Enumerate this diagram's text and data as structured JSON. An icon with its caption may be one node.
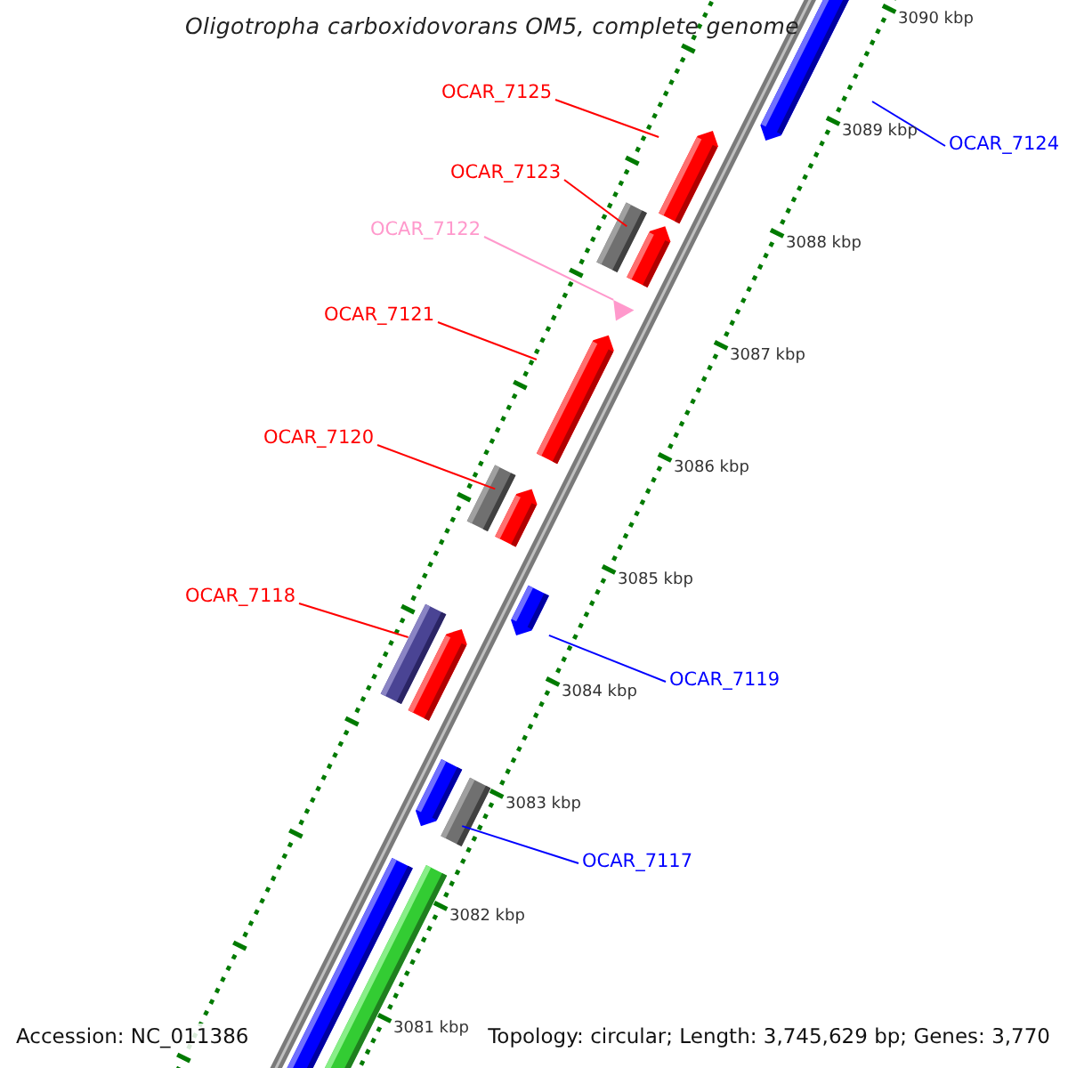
{
  "diagram": {
    "title": "Oligotropha carboxidovorans OM5, complete genome",
    "nodes": [
      {
        "text": [
          "OCAR_7125"
        ]
      },
      {
        "text": [],
        "shape": "arrow"
      },
      {
        "text": [
          "OCAR_7124"
        ]
      },
      {
        "text": [],
        "shape": "arrow"
      },
      {
        "text": [
          "OCAR_7123"
        ]
      },
      {
        "text": [],
        "shape": "arrow"
      },
      {
        "text": [
          "OCAR_7122"
        ]
      },
      {
        "text": [],
        "shape": "triangle"
      },
      {
        "text": [
          "OCAR_7121"
        ]
      },
      {
        "text": [],
        "shape": "arrow"
      },
      {
        "text": [
          "OCAR_7120"
        ]
      },
      {
        "text": [],
        "shape": "arrow"
      },
      {
        "text": [
          "OCAR_7118"
        ]
      },
      {
        "text": [],
        "shape": "arrow"
      },
      {
        "text": [
          "OCAR_7119"
        ]
      },
      {
        "text": [],
        "shape": "arrow"
      },
      {
        "text": [
          "OCAR_7117"
        ]
      },
      {
        "text": [],
        "shape": "arrow"
      }
    ],
    "edges": [
      {
        "from": 0,
        "to": 1,
        "arrow": "none"
      },
      {
        "from": 2,
        "to": 3,
        "arrow": "none",
        "color": "#0000ff"
      },
      {
        "from": 4,
        "to": 5,
        "arrow": "none"
      },
      {
        "from": 6,
        "to": 7,
        "arrow": "none",
        "color": "#ff99cc"
      },
      {
        "from": 8,
        "to": 9,
        "arrow": "none"
      },
      {
        "from": 10,
        "to": 11,
        "arrow": "none"
      },
      {
        "from": 12,
        "to": 13,
        "arrow": "none"
      },
      {
        "from": 14,
        "to": 15,
        "arrow": "none",
        "color": "#0000ff"
      },
      {
        "from": 16,
        "to": 17,
        "arrow": "none",
        "color": "#0000ff"
      }
    ],
    "labels": [
      "3090 kbp",
      "3089 kbp",
      "3088 kbp",
      "3087 kbp",
      "3086 kbp",
      "3085 kbp",
      "3084 kbp",
      "3083 kbp",
      "3082 kbp",
      "3081 kbp",
      "Accession: NC_011386",
      "Topology: circular; Length: 3,745,629 bp; Genes: 3,770"
    ]
  }
}
